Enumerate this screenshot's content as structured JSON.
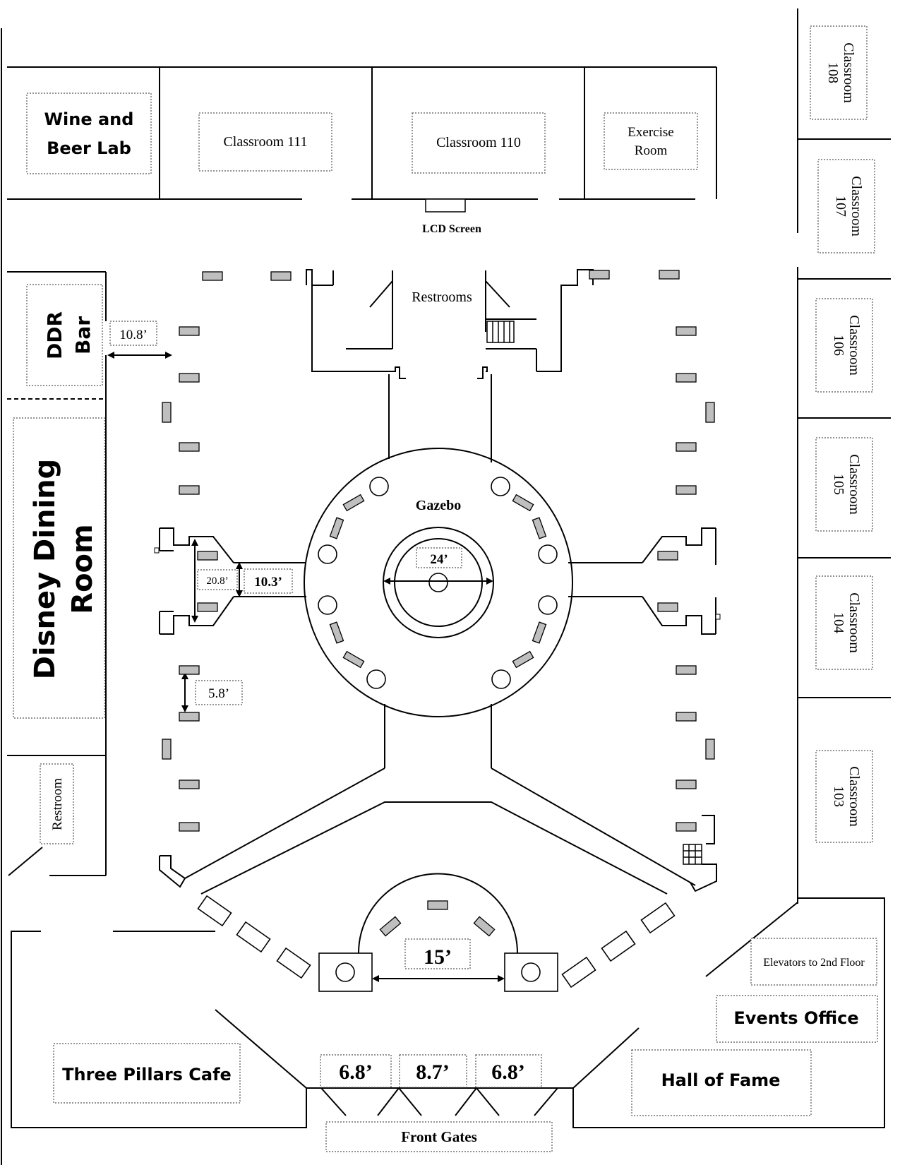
{
  "rooms": {
    "wine_beer_lab": [
      "Wine and",
      "Beer Lab"
    ],
    "classroom_111": "Classroom 111",
    "classroom_110": "Classroom 110",
    "exercise_room": [
      "Exercise",
      "Room"
    ],
    "lcd_screen": "LCD Screen",
    "restrooms": "Restrooms",
    "ddr_bar": [
      "DDR",
      "Bar"
    ],
    "disney_dining_room": [
      "Disney Dining",
      "Room"
    ],
    "restroom": "Restroom",
    "gazebo": "Gazebo",
    "classroom_108": [
      "Classroom",
      "108"
    ],
    "classroom_107": [
      "Classroom",
      "107"
    ],
    "classroom_106": [
      "Classroom",
      "106"
    ],
    "classroom_105": [
      "Classroom",
      "105"
    ],
    "classroom_104": [
      "Classroom",
      "104"
    ],
    "classroom_103": [
      "Classroom",
      "103"
    ],
    "elevators": "Elevators to 2nd Floor",
    "events_office": "Events Office",
    "hall_of_fame": "Hall of Fame",
    "three_pillars_cafe": "Three Pillars Cafe",
    "front_gates": "Front Gates"
  },
  "measurements": {
    "ddr_gap": "10.8’",
    "side_entry_width": "20.8’",
    "side_corridor_width": "10.3’",
    "table_spacing": "5.8’",
    "gazebo_diameter": "24’",
    "stage_gap": "15’",
    "gate_left": "6.8’",
    "gate_center": "8.7’",
    "gate_right": "6.8’"
  }
}
